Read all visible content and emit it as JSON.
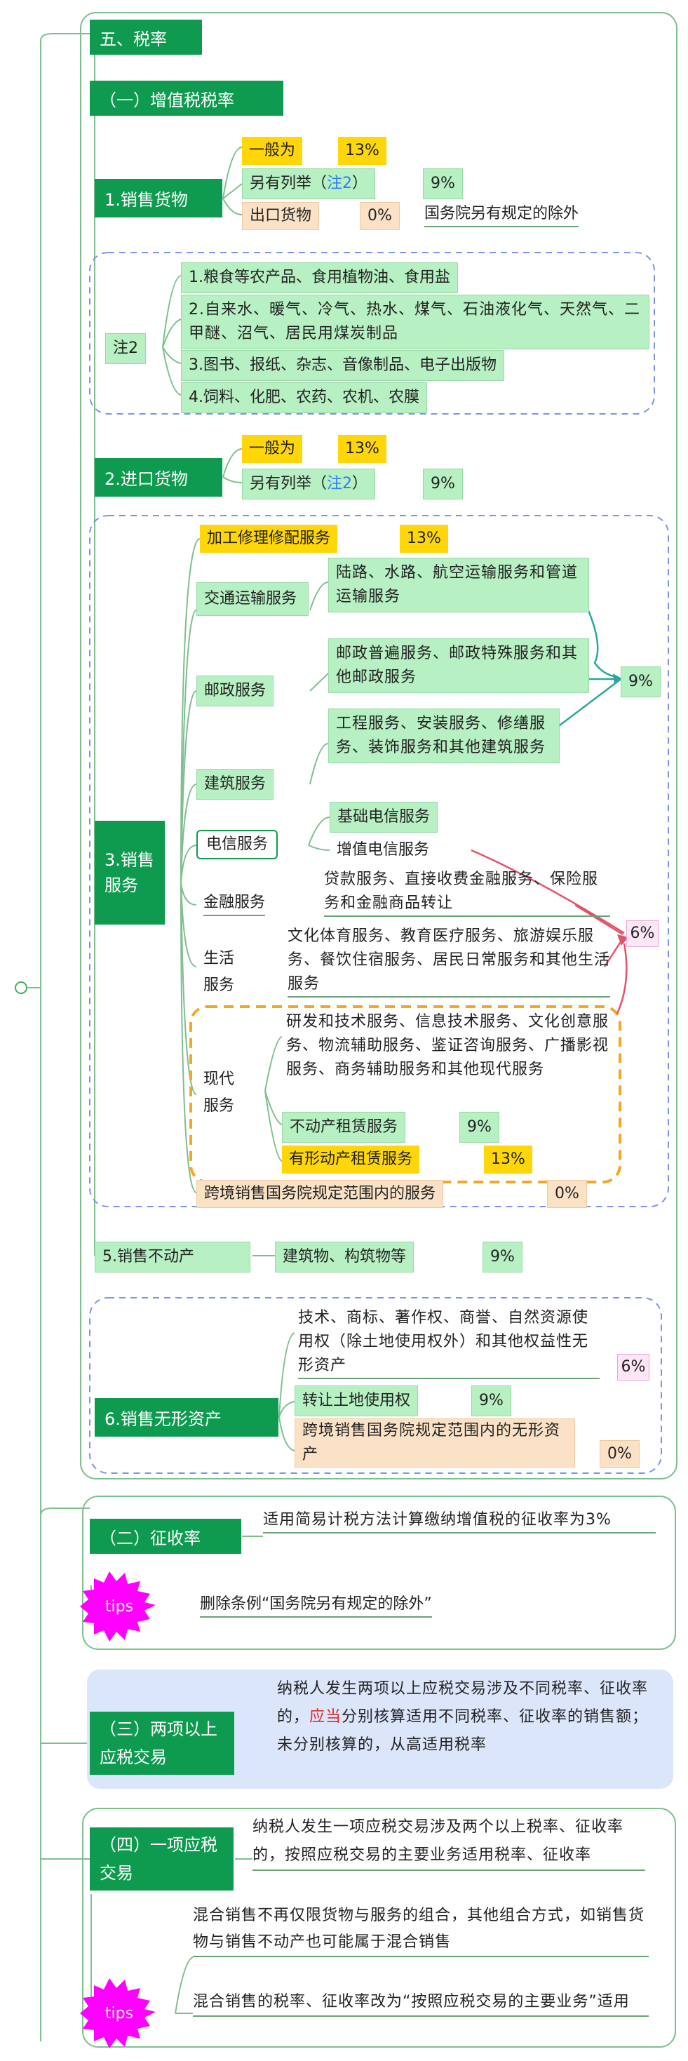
{
  "title": "五、税率",
  "vat": {
    "heading": "（一）增值税税率",
    "goods": {
      "label": "1.销售货物",
      "general": "一般为",
      "general_rate": "13%",
      "other_pre": "另有列举（",
      "other_note": "注2",
      "other_post": "）",
      "other_rate": "9%",
      "export": "出口货物",
      "export_rate": "0%",
      "export_note": "国务院另有规定的除外"
    },
    "note2": {
      "label": "注2",
      "items": [
        "1.粮食等农产品、食用植物油、食用盐",
        "2.自来水、暖气、冷气、热水、煤气、石油液化气、天然气、二甲醚、沼气、居民用煤炭制品",
        "3.图书、报纸、杂志、音像制品、电子出版物",
        "4.饲料、化肥、农药、农机、农膜"
      ]
    },
    "import": {
      "label": "2.进口货物",
      "general": "一般为",
      "general_rate": "13%",
      "other_pre": "另有列举（",
      "other_note": "注2",
      "other_post": "）",
      "other_rate": "9%"
    },
    "services": {
      "label": "3.销售服务",
      "processing": "加工修理修配服务",
      "processing_rate": "13%",
      "transport": "交通运输服务",
      "transport_detail": "陆路、水路、航空运输服务和管道运输服务",
      "postal": "邮政服务",
      "postal_detail": "邮政普遍服务、邮政特殊服务和其他邮政服务",
      "rate_9": "9%",
      "construction": "建筑服务",
      "construction_detail": "工程服务、安装服务、修缮服务、装饰服务和其他建筑服务",
      "telecom": "电信服务",
      "telecom_basic": "基础电信服务",
      "telecom_value": "增值电信服务",
      "finance": "金融服务",
      "finance_detail": "贷款服务、直接收费金融服务、保险服务和金融商品转让",
      "rate_6": "6%",
      "life": "生活服务",
      "life_detail": "文化体育服务、教育医疗服务、旅游娱乐服务、餐饮住宿服务、居民日常服务和其他生活服务",
      "modern": "现代服务",
      "modern_detail": "研发和技术服务、信息技术服务、文化创意服务、物流辅助服务、鉴证咨询服务、广播影视服务、商务辅助服务和其他现代服务",
      "realestate_lease": "不动产租赁服务",
      "realestate_lease_rate": "9%",
      "tangible_lease": "有形动产租赁服务",
      "tangible_lease_rate": "13%",
      "crossborder": "跨境销售国务院规定范围内的服务",
      "crossborder_rate": "0%"
    },
    "realestate": {
      "label": "5.销售不动产",
      "detail": "建筑物、构筑物等",
      "rate": "9%"
    },
    "intangible": {
      "label": "6.销售无形资产",
      "tech": "技术、商标、著作权、商誉、自然资源使用权（除土地使用权外）和其他权益性无形资产",
      "tech_rate": "6%",
      "land": "转让土地使用权",
      "land_rate": "9%",
      "crossborder": "跨境销售国务院规定范围内的无形资产",
      "crossborder_rate": "0%"
    }
  },
  "levy": {
    "heading": "（二）征收率",
    "text": "适用简易计税方法计算缴纳增值税的征收率为3%",
    "tips_label": "tips",
    "tips_text": "删除条例“国务院另有规定的除外”"
  },
  "two_or_more": {
    "heading": "（三）两项以上应税交易",
    "text_a": "纳税人发生两项以上应税交易涉及不同税率、征收率的，",
    "text_red": "应当",
    "text_b": "分别核算适用不同税率、征收率的销售额；未分别核算的，从高适用税率"
  },
  "one_item": {
    "heading": "（四）一项应税交易",
    "text": "纳税人发生一项应税交易涉及两个以上税率、征收率的，按照应税交易的主要业务适用税率、征收率",
    "mixed": "混合销售不再仅限货物与服务的组合，其他组合方式，如销售货物与销售不动产也可能属于混合销售",
    "tips_label": "tips",
    "tips_text": "混合销售的税率、征收率改为“按照应税交易的主要业务”适用"
  },
  "colors": {
    "dark_green": "#0e9b4f",
    "light_green": "#b7f0c2",
    "yellow": "#ffd60a",
    "peach": "#fbe2c6",
    "pink": "#fde6f6",
    "magenta": "#ff00ff",
    "note_blue": "#2f7cf6",
    "highlight_bg": "#dce6fb",
    "teal_arrow": "#2aa79b",
    "red_arrow": "#e2536b",
    "dash_blue": "#7c94e6",
    "dash_orange": "#f5a623"
  }
}
